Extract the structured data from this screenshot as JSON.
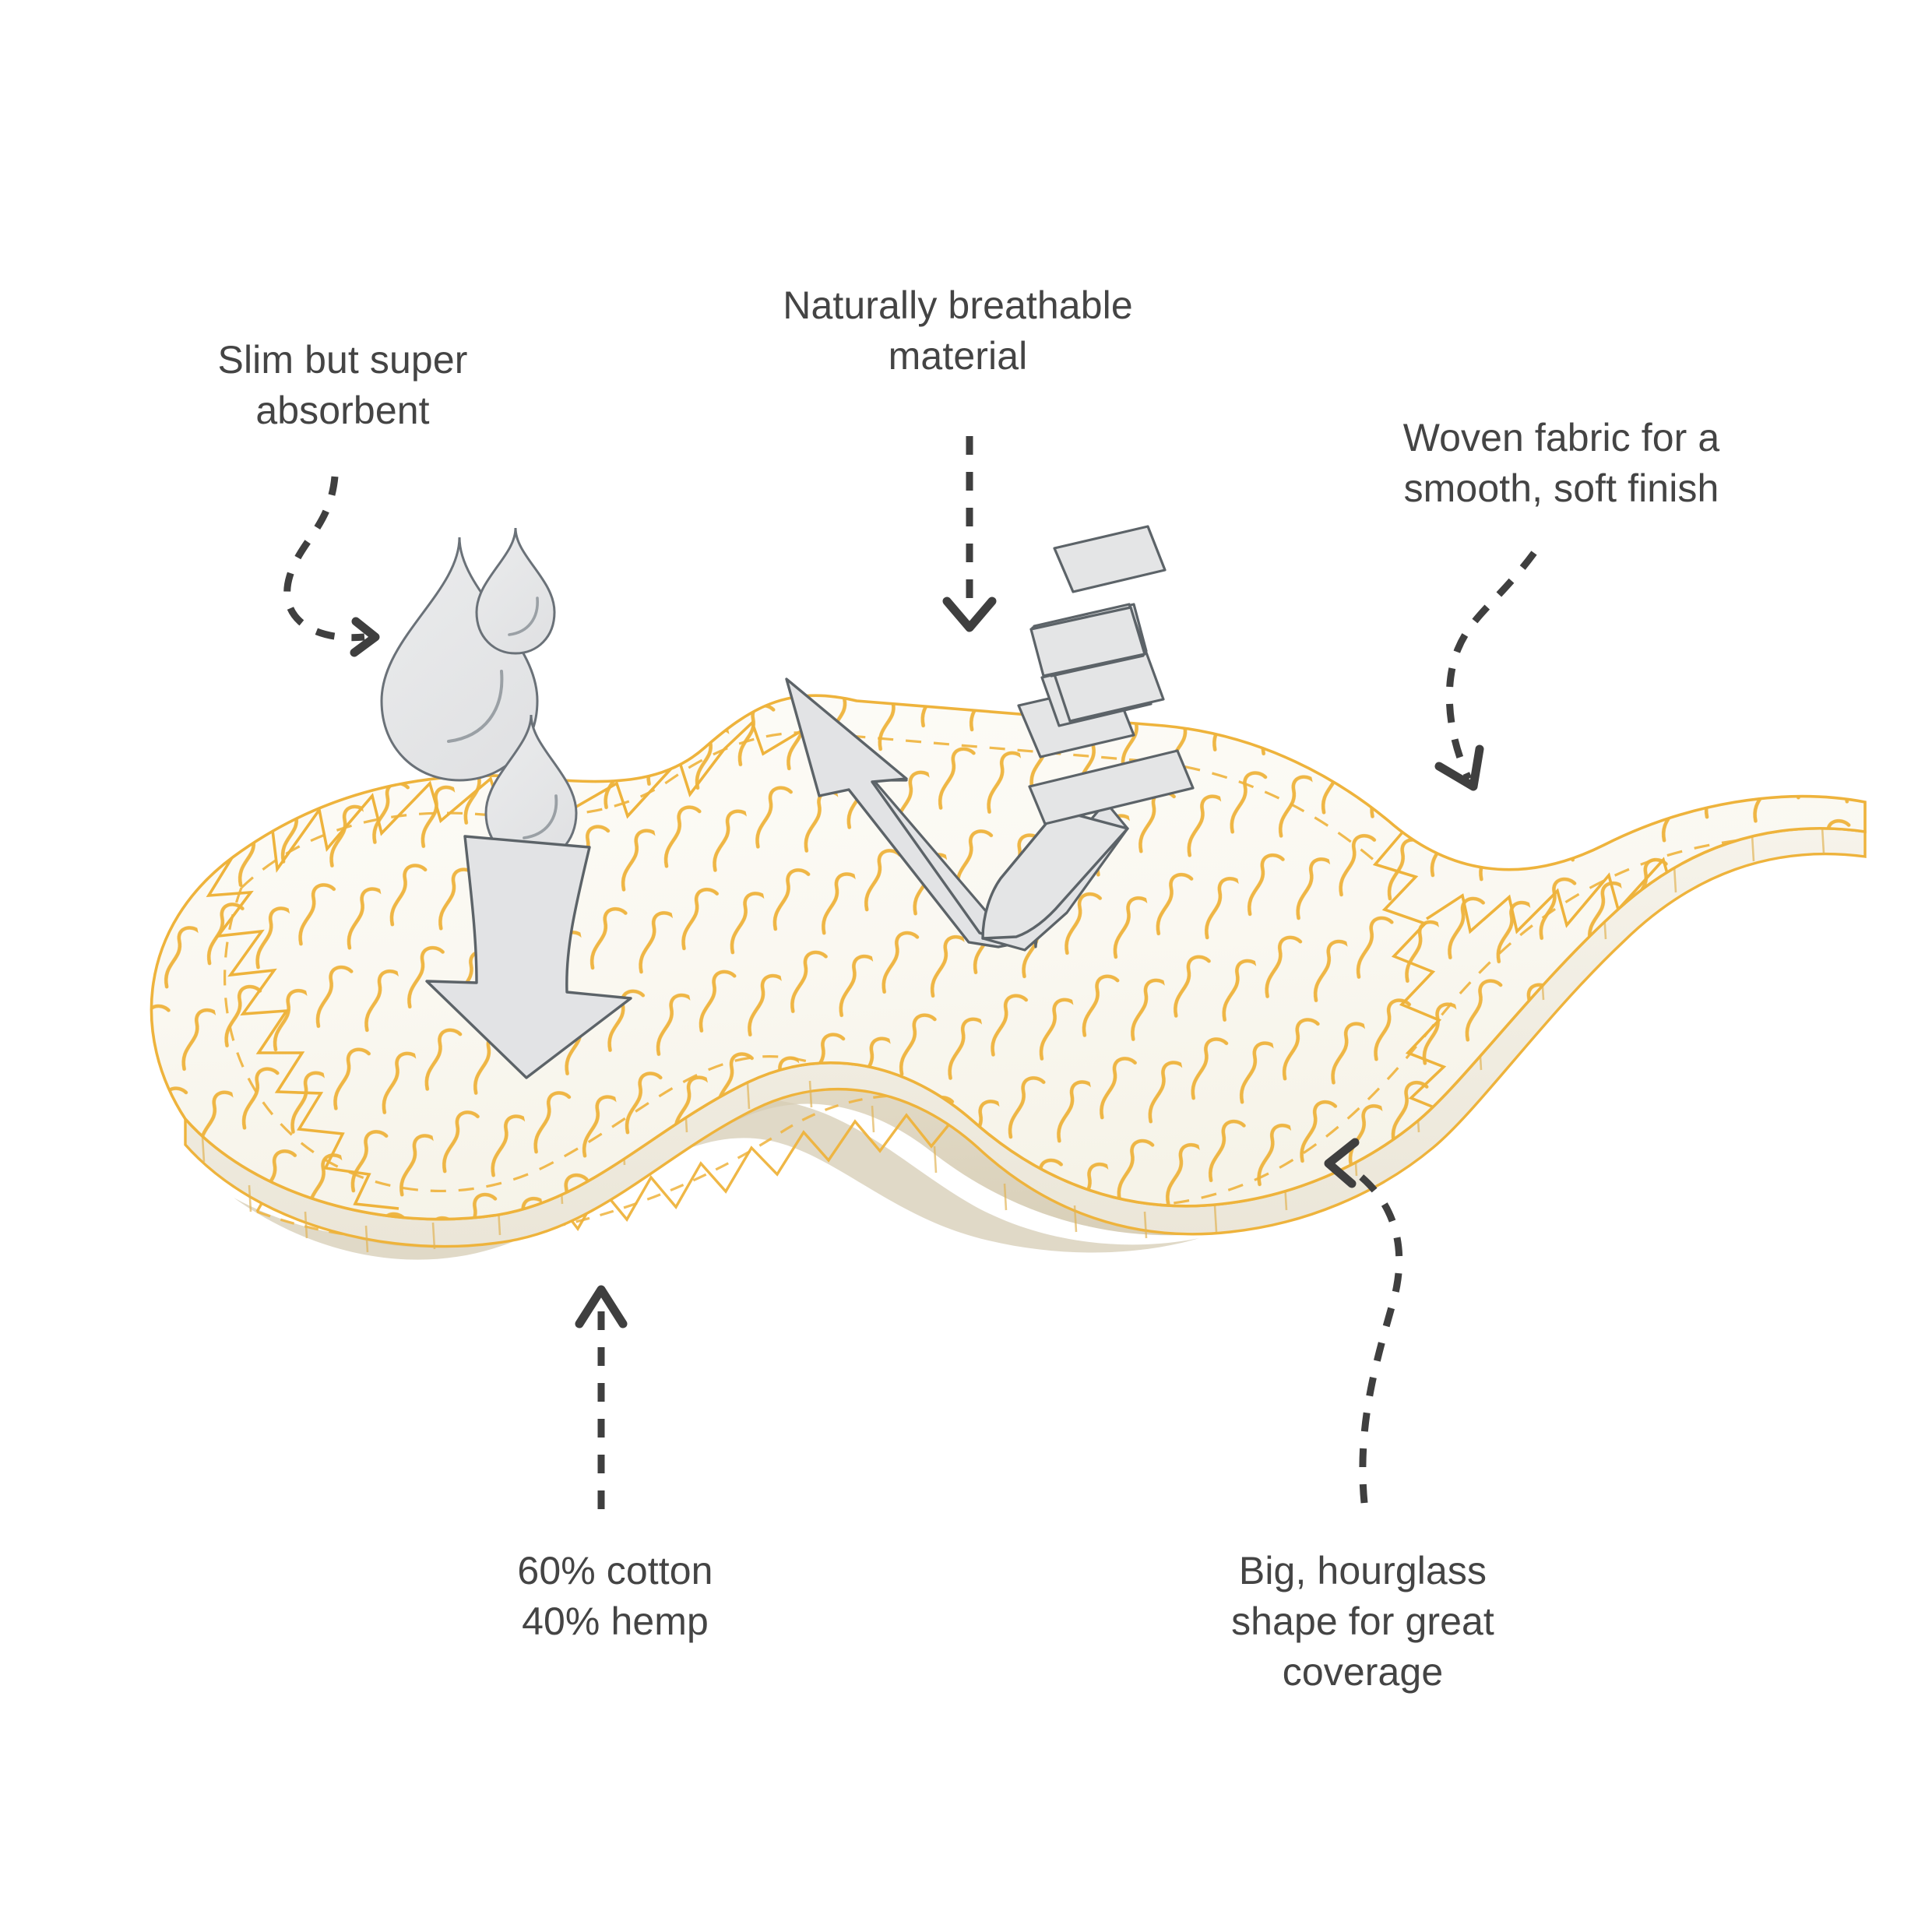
{
  "illustration": {
    "subject": "reusable-cloth-menstrual-pad-cutaway-diagram",
    "background_color": "#ffffff",
    "palette": {
      "pad_surface": "#faf8f1",
      "pad_edge_band": "#f1eee4",
      "stitch_gold": "#eeb33c",
      "stitch_gold_soft": "#f3c45f",
      "underside_tan": "#ded6c0",
      "arrow_fill": "#e4e5e6",
      "arrow_stroke": "#5c6368",
      "callout_text": "#444444",
      "callout_arrow": "#3f3f3f"
    }
  },
  "callouts": [
    {
      "id": "slim-absorbent",
      "text": "Slim but super\nabsorbent",
      "arrow": "curved-dashed-arrow-right"
    },
    {
      "id": "breathable-material",
      "text": "Naturally breathable\nmaterial",
      "arrow": "straight-dashed-arrow-down"
    },
    {
      "id": "woven-fabric",
      "text": "Woven fabric for a\nsmooth, soft finish",
      "arrow": "s-curve-dashed-arrow-down-left"
    },
    {
      "id": "fiber-composition",
      "text": "60% cotton\n40% hemp",
      "arrow": "straight-dashed-arrow-up"
    },
    {
      "id": "hourglass-shape",
      "text": "Big, hourglass\nshape for great\ncoverage",
      "arrow": "curved-dashed-arrow-up-left"
    }
  ],
  "graphic_elements": {
    "water_drops": [
      {
        "id": "drop-large",
        "size": "large"
      },
      {
        "id": "drop-small",
        "size": "small"
      },
      {
        "id": "drop-medium",
        "size": "medium"
      }
    ],
    "absorption_arrow": {
      "id": "down-arrow",
      "direction": "down"
    },
    "breathability_arrow": {
      "id": "u-turn-arrow",
      "direction": "up-left"
    },
    "airflow_dashes": {
      "id": "airflow-dashes",
      "count": 3
    },
    "surface_texture": "wavy-squiggle-quilting",
    "edge_texture": "zigzag-overlock-stitch"
  }
}
